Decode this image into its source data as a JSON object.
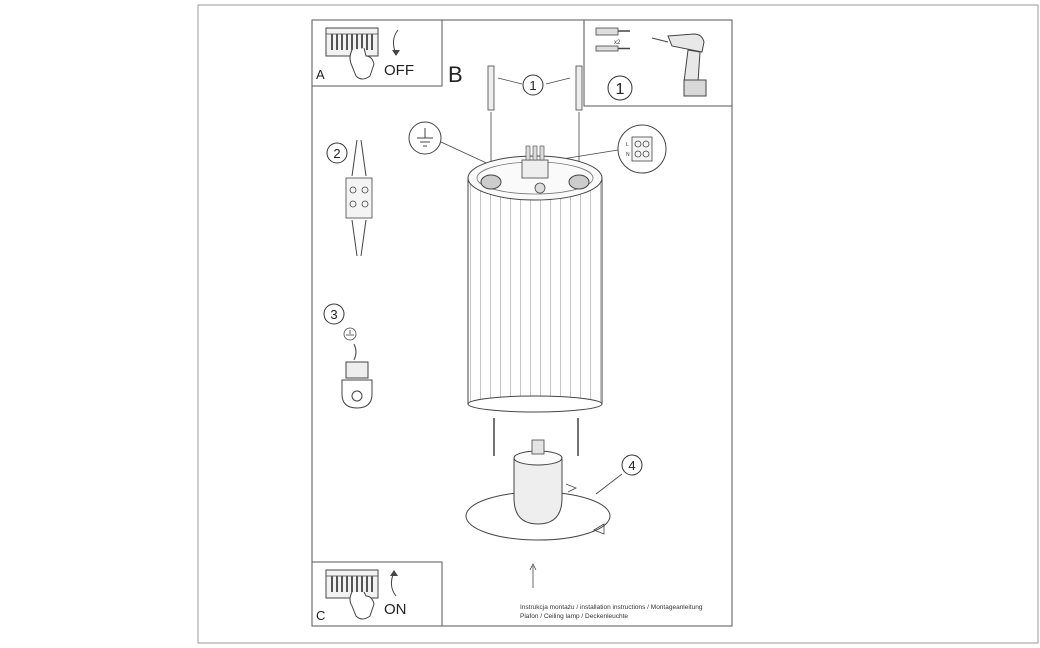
{
  "panels": {
    "a": {
      "letter": "A",
      "caption": "OFF"
    },
    "b": {
      "letter": "B"
    },
    "c": {
      "letter": "C",
      "caption": "ON"
    }
  },
  "tools": {
    "step": "1",
    "anchor_qty": "x2"
  },
  "steps": {
    "s1": "1",
    "s2": "2",
    "s3": "3",
    "s4": "4"
  },
  "terminal_marks": {
    "n": "N",
    "l": "L"
  },
  "footer": {
    "line1": "Instrukcja montażu / installation instructions / Montageanleitung",
    "line2": "Plafon / Ceiling lamp / Deckenleuchte"
  }
}
